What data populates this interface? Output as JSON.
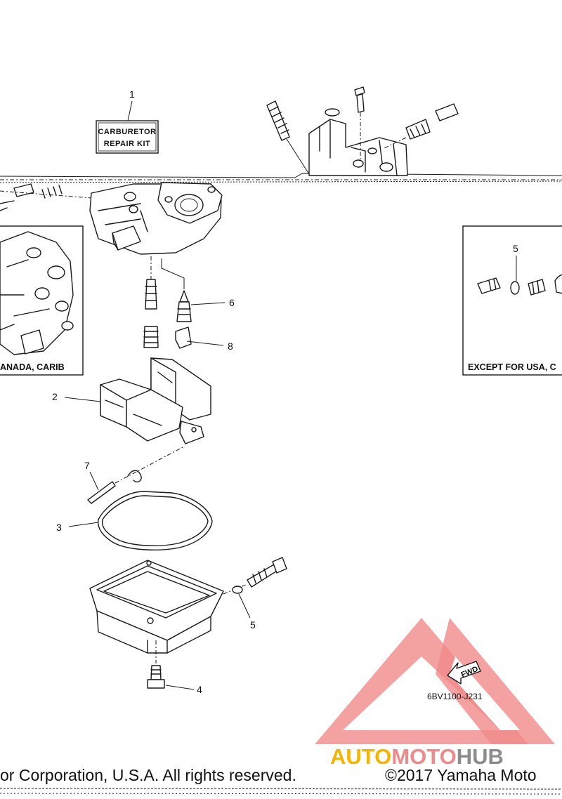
{
  "diagram": {
    "part_labels": [
      "1",
      "2",
      "3",
      "4",
      "5",
      "6",
      "7",
      "8",
      "5"
    ],
    "repair_kit_box": {
      "line1": "CARBURETOR",
      "line2": "REPAIR KIT"
    },
    "inset_left_caption": "ANADA, CARIB",
    "inset_right_caption": "EXCEPT FOR USA, C",
    "inset_right_part_label": "5",
    "fwd_label": "FWD",
    "reference_code": "6BV1100-J231",
    "copyright_left": "or Corporation, U.S.A. All rights reserved.",
    "copyright_right": "©2017 Yamaha Moto"
  },
  "watermark": {
    "segments": [
      {
        "text": "AUTO",
        "color": "#f5b400"
      },
      {
        "text": "MOTO",
        "color": "#f08a8a"
      },
      {
        "text": "HUB",
        "color": "#8c8c8c"
      }
    ],
    "triangle_color": "#f08a8a"
  }
}
